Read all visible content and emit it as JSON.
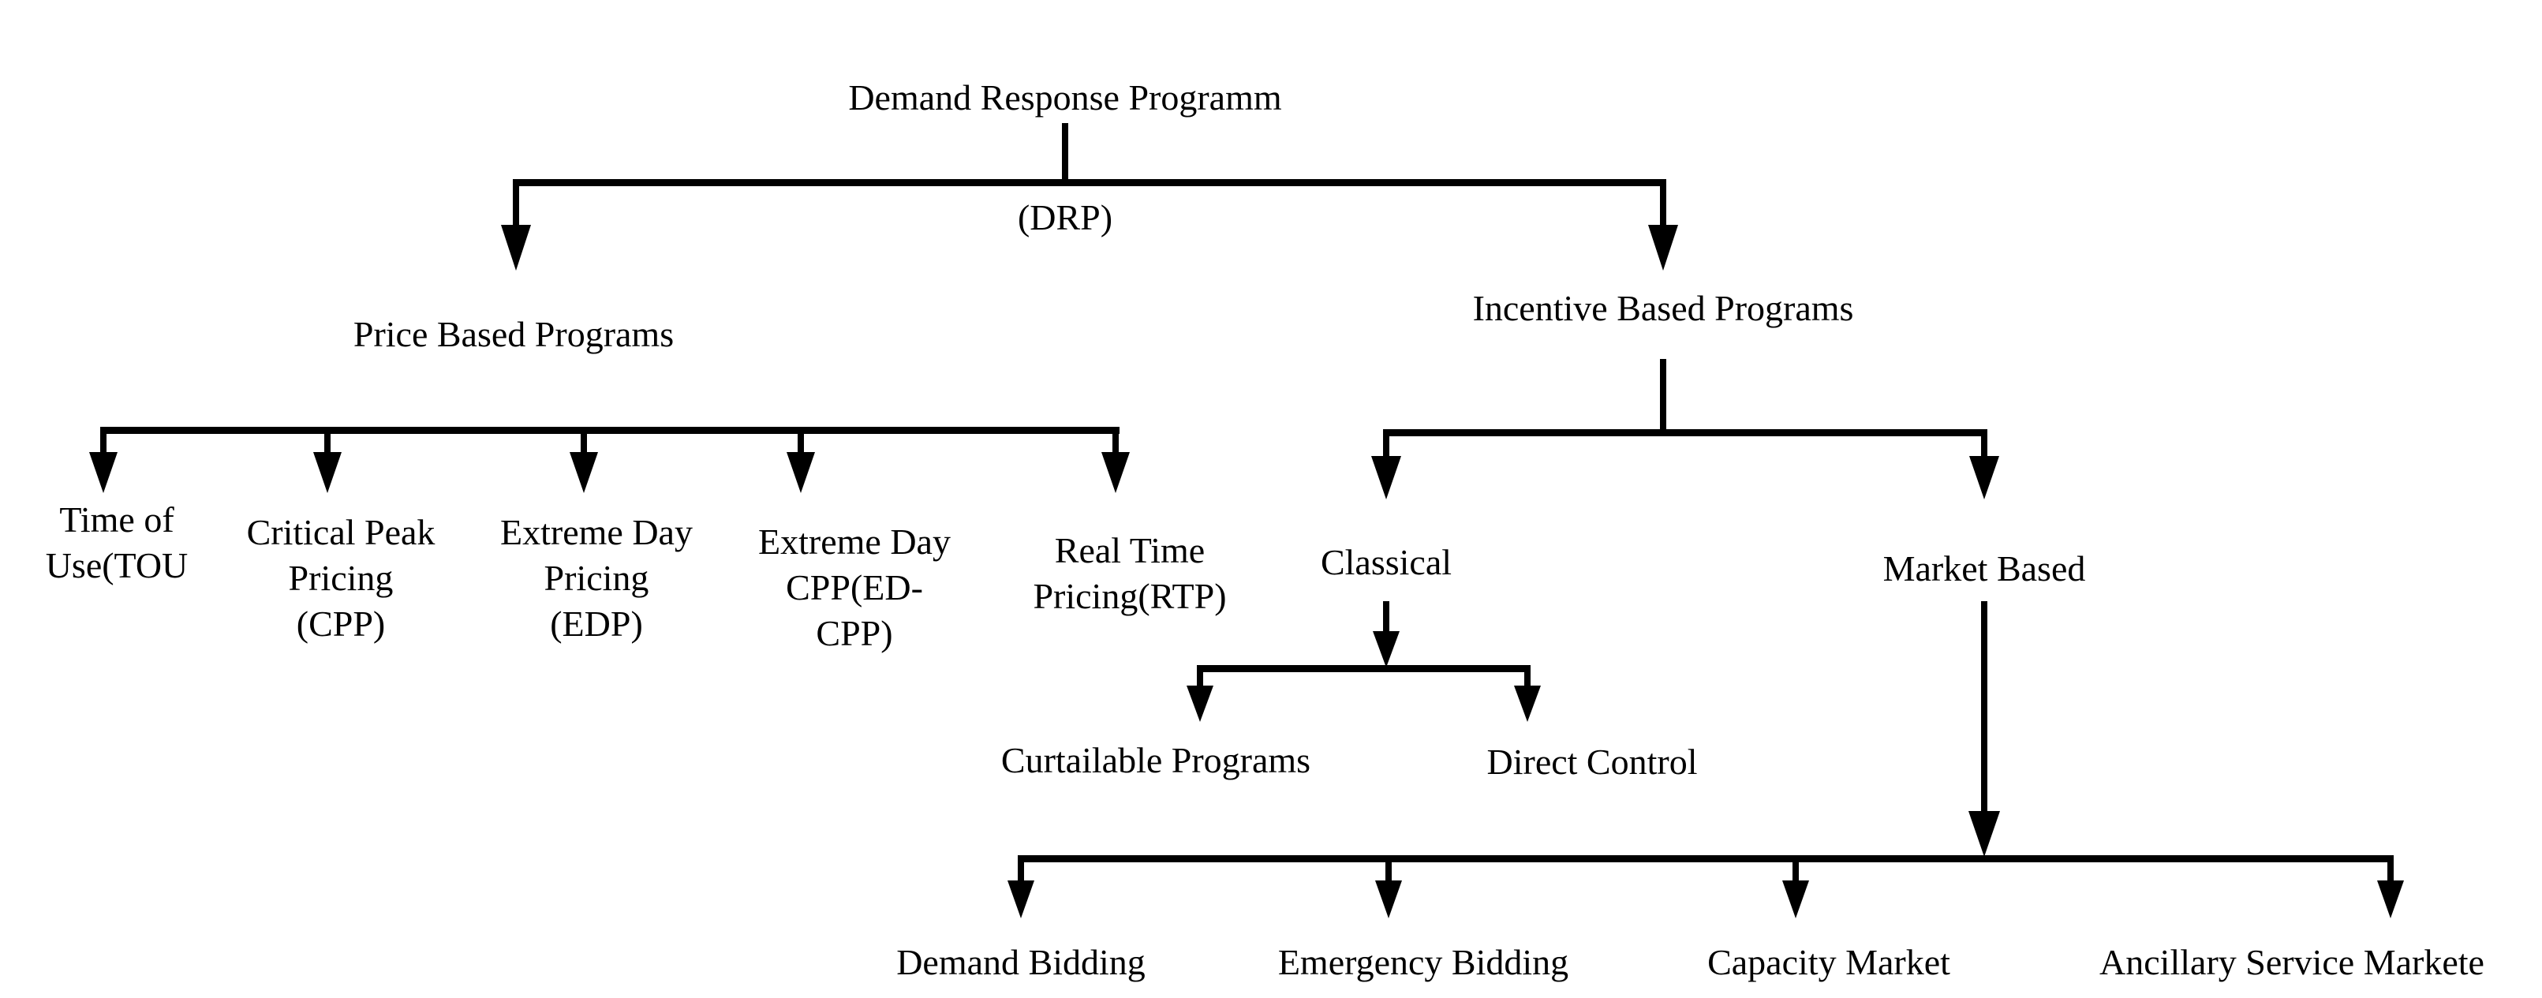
{
  "diagram_title": {
    "line1": "Demand Response Programm",
    "line2": "(DRP)"
  },
  "price_based": {
    "label": "Price Based Programs",
    "children": [
      "Time of\nUse(TOU",
      "Critical Peak\nPricing\n(CPP)",
      "Extreme Day\nPricing\n(EDP)",
      "Extreme Day\nCPP(ED-\nCPP)",
      "Real Time\nPricing(RTP)"
    ]
  },
  "incentive_based": {
    "label": "Incentive Based Programs",
    "classical": {
      "label": "Classical",
      "children": [
        "Curtailable Programs",
        "Direct Control"
      ]
    },
    "market_based": {
      "label": "Market Based",
      "children": [
        "Demand Bidding",
        "Emergency Bidding",
        "Capacity Market",
        "Ancillary Service Markete"
      ]
    }
  },
  "colors": {
    "line": "#000000",
    "text": "#000000",
    "background": "#ffffff"
  }
}
